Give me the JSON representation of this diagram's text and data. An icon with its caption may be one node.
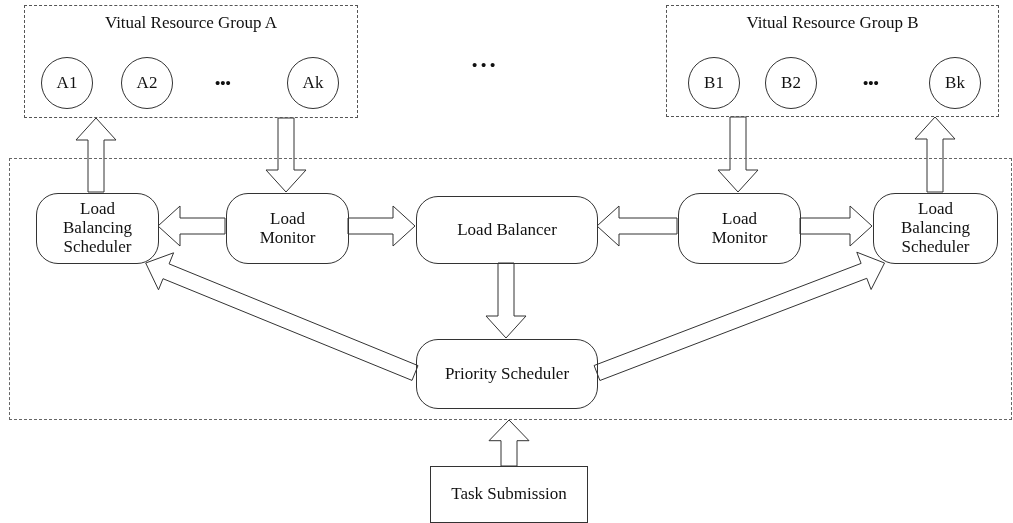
{
  "diagram": {
    "nodes": [
      {
        "text": [
          "Vitual Resource Group A"
        ]
      },
      {
        "text": [
          "A1"
        ],
        "in": 0
      },
      {
        "text": [
          "A2"
        ],
        "in": 0
      },
      {
        "text": [
          "Ak"
        ],
        "in": 0
      },
      {
        "text": [
          "Vitual Resource Group B"
        ]
      },
      {
        "text": [
          "B1"
        ],
        "in": 4
      },
      {
        "text": [
          "B2"
        ],
        "in": 4
      },
      {
        "text": [
          "Bk"
        ],
        "in": 4
      },
      {
        "text": [],
        "shape": "box"
      },
      {
        "text": [
          "Load Balancing Scheduler"
        ],
        "in": 8
      },
      {
        "text": [
          "Load Monitor"
        ],
        "in": 8
      },
      {
        "text": [
          "Load Balancer"
        ],
        "in": 8
      },
      {
        "text": [
          "Load Monitor"
        ],
        "in": 8
      },
      {
        "text": [
          "Load Balancing Scheduler"
        ],
        "in": 8
      },
      {
        "text": [
          "Priority Scheduler"
        ],
        "in": 8
      },
      {
        "text": [
          "Task Submission"
        ]
      }
    ],
    "edges": [
      {
        "from": 9,
        "to": 0,
        "arrow": "to"
      },
      {
        "from": 0,
        "to": 10,
        "arrow": "to"
      },
      {
        "from": 10,
        "to": 9,
        "arrow": "to"
      },
      {
        "from": 10,
        "to": 11,
        "arrow": "to"
      },
      {
        "from": 12,
        "to": 11,
        "arrow": "to"
      },
      {
        "from": 12,
        "to": 13,
        "arrow": "to"
      },
      {
        "from": 4,
        "to": 12,
        "arrow": "to"
      },
      {
        "from": 13,
        "to": 4,
        "arrow": "to"
      },
      {
        "from": 11,
        "to": 14,
        "arrow": "to"
      },
      {
        "from": 14,
        "to": 9,
        "arrow": "to"
      },
      {
        "from": 14,
        "to": 13,
        "arrow": "to"
      },
      {
        "from": 15,
        "to": 8,
        "arrow": "to"
      }
    ],
    "labels": [
      "•••",
      "• • •",
      "•••"
    ]
  }
}
